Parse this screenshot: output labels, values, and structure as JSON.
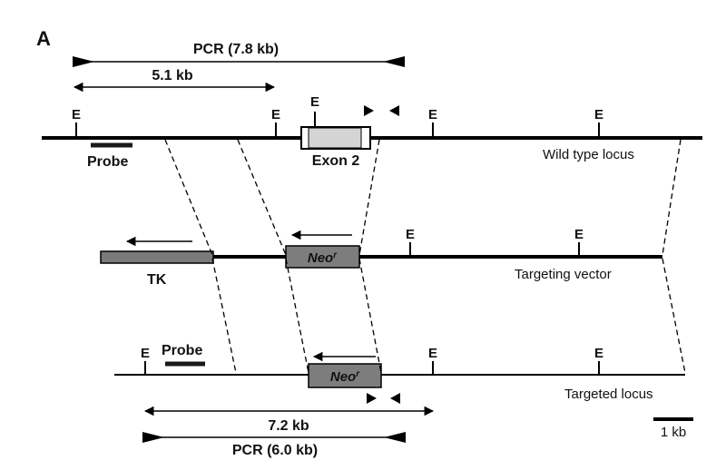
{
  "panel_label": "A",
  "pcr_top": "PCR (7.8 kb)",
  "dist_top": "5.1 kb",
  "site_letter": "E",
  "probe": "Probe",
  "exon2": "Exon 2",
  "wild_type": "Wild type locus",
  "neo_main": "Neo",
  "neo_sup": "r",
  "tk": "TK",
  "targeting_vector": "Targeting vector",
  "targeted_locus": "Targeted locus",
  "dist_bottom": "7.2 kb",
  "pcr_bottom": "PCR (6.0 kb)",
  "scale": "1 kb",
  "colors": {
    "exon_fill": "#d4d4d4",
    "neo_fill": "#7d7d7d",
    "tk_fill": "#7a7a7a",
    "probe_bar": "#1a1a1a"
  }
}
